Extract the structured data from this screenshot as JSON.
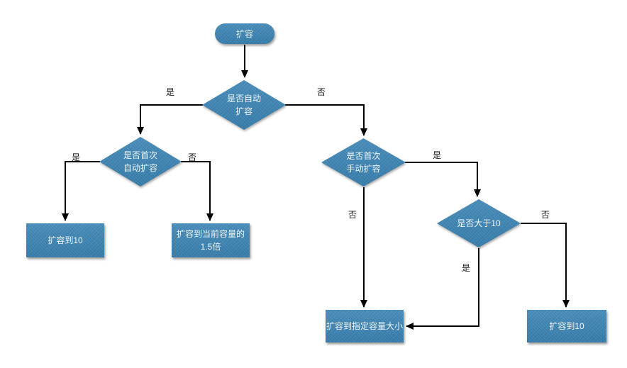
{
  "theme": {
    "canvas_bg": "#ffffff",
    "node_fill": "#3a84b5",
    "node_text": "#eef5fa",
    "edge_color": "#000000",
    "edge_label_color": "#1a1a1a"
  },
  "diagram": {
    "type": "flowchart",
    "nodes": [
      {
        "id": "start",
        "type": "terminator",
        "label": "扩容"
      },
      {
        "id": "decision-auto-expand",
        "type": "decision",
        "label": "是否自动\n扩容"
      },
      {
        "id": "decision-first-auto",
        "type": "decision",
        "label": "是否首次\n自动扩容"
      },
      {
        "id": "process-expand-to-10-left",
        "type": "process",
        "label": "扩容到10"
      },
      {
        "id": "process-expand-1-5x",
        "type": "process",
        "label": "扩容到当前容量的\n1.5倍"
      },
      {
        "id": "decision-first-manual",
        "type": "decision",
        "label": "是否首次\n手动扩容"
      },
      {
        "id": "decision-greater-than-10",
        "type": "decision",
        "label": "是否大于10"
      },
      {
        "id": "process-expand-specified",
        "type": "process",
        "label": "扩容到指定容量大小"
      },
      {
        "id": "process-expand-to-10-right",
        "type": "process",
        "label": "扩容到10"
      }
    ],
    "edges": [
      {
        "from": "start",
        "to": "decision-auto-expand",
        "label": ""
      },
      {
        "from": "decision-auto-expand",
        "to": "decision-first-auto",
        "label": "是"
      },
      {
        "from": "decision-auto-expand",
        "to": "decision-first-manual",
        "label": "否"
      },
      {
        "from": "decision-first-auto",
        "to": "process-expand-to-10-left",
        "label": "是"
      },
      {
        "from": "decision-first-auto",
        "to": "process-expand-1-5x",
        "label": "否"
      },
      {
        "from": "decision-first-manual",
        "to": "decision-greater-than-10",
        "label": "是"
      },
      {
        "from": "decision-first-manual",
        "to": "process-expand-specified",
        "label": "否"
      },
      {
        "from": "decision-greater-than-10",
        "to": "process-expand-to-10-right",
        "label": "否"
      },
      {
        "from": "decision-greater-than-10",
        "to": "process-expand-specified",
        "label": "是"
      }
    ]
  }
}
